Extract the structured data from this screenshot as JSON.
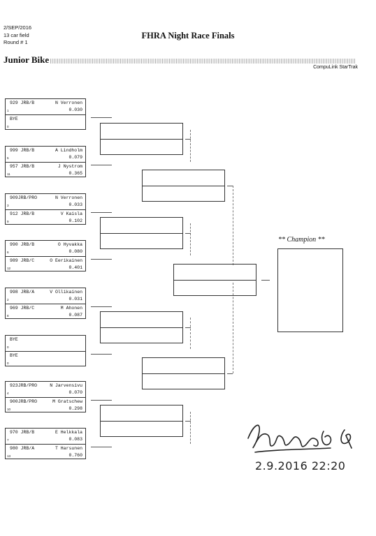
{
  "header": {
    "date": "2/SEP/2016",
    "field": "13 car field",
    "round": "Round # 1",
    "title": "FHRA Night Race Finals",
    "class_name": "Junior Bike",
    "brand": "CompuLink StarTrak"
  },
  "entries": [
    {
      "top": {
        "car": "929 JRB/B",
        "name": "N Verronen",
        "time": "0.030",
        "seed": "1"
      },
      "bottom": {
        "car": "BYE",
        "name": "",
        "time": "",
        "seed": "0"
      }
    },
    {
      "top": {
        "car": "999 JRB/B",
        "name": "A Lindholm",
        "time": "0.079",
        "seed": "5"
      },
      "bottom": {
        "car": "957 JRB/B",
        "name": "J Nystrom",
        "time": "0.365",
        "seed": "11"
      }
    },
    {
      "top": {
        "car": "909JRB/PRO",
        "name": "N Verronen",
        "time": "0.033",
        "seed": "3"
      },
      "bottom": {
        "car": "912 JRB/B",
        "name": "V Kaisla",
        "time": "0.102",
        "seed": "9"
      }
    },
    {
      "top": {
        "car": "990 JRB/B",
        "name": "O Hyvakka",
        "time": "0.080",
        "seed": "6"
      },
      "bottom": {
        "car": "989 JRB/C",
        "name": "O Eerikainen",
        "time": "0.401",
        "seed": "12"
      }
    },
    {
      "top": {
        "car": "998 JRB/A",
        "name": "V Ollikainen",
        "time": "0.031",
        "seed": "2"
      },
      "bottom": {
        "car": "969 JRB/C",
        "name": "M Ahonen",
        "time": "0.087",
        "seed": "8"
      }
    },
    {
      "top": {
        "car": "BYE",
        "name": "",
        "time": "",
        "seed": "0"
      },
      "bottom": {
        "car": "BYE",
        "name": "",
        "time": "",
        "seed": "0"
      }
    },
    {
      "top": {
        "car": "923JRB/PRO",
        "name": "N Jarvensivu",
        "time": "0.070",
        "seed": "4"
      },
      "bottom": {
        "car": "900JRB/PRO",
        "name": "M Gratschew",
        "time": "0.298",
        "seed": "10"
      }
    },
    {
      "top": {
        "car": "970 JRB/B",
        "name": "E Helkkala",
        "time": "0.083",
        "seed": "7"
      },
      "bottom": {
        "car": "980 JRB/A",
        "name": "T Harsunen",
        "time": "0.760",
        "seed": "13"
      }
    }
  ],
  "champion_label": "** Champion **",
  "signature": {
    "datetime": "2.9.2016 22:20"
  }
}
